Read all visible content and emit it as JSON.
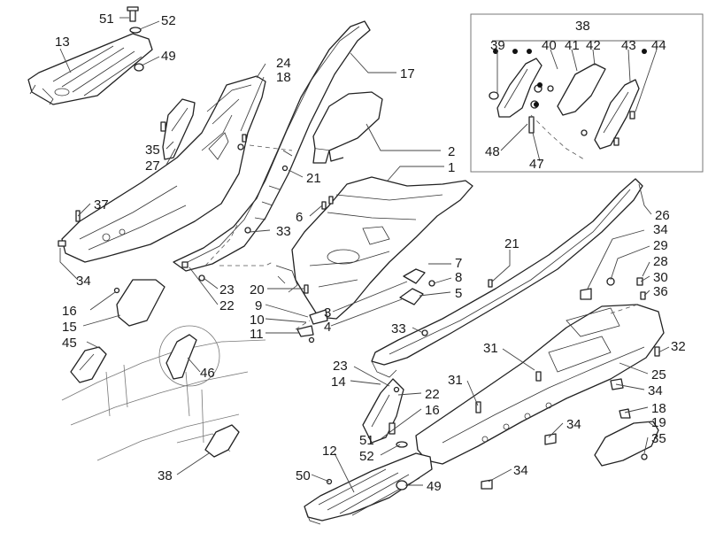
{
  "diagram": {
    "callouts": [
      {
        "id": "c51a",
        "text": "51"
      },
      {
        "id": "c52a",
        "text": "52"
      },
      {
        "id": "c13",
        "text": "13"
      },
      {
        "id": "c49a",
        "text": "49"
      },
      {
        "id": "c24",
        "text": "24"
      },
      {
        "id": "c18a",
        "text": "18"
      },
      {
        "id": "c17",
        "text": "17"
      },
      {
        "id": "c38a",
        "text": "38"
      },
      {
        "id": "c39",
        "text": "39"
      },
      {
        "id": "c40",
        "text": "40"
      },
      {
        "id": "c41",
        "text": "41"
      },
      {
        "id": "c42",
        "text": "42"
      },
      {
        "id": "c43",
        "text": "43"
      },
      {
        "id": "c44",
        "text": "44"
      },
      {
        "id": "c48",
        "text": "48"
      },
      {
        "id": "c47",
        "text": "47"
      },
      {
        "id": "c35a",
        "text": "35"
      },
      {
        "id": "c27",
        "text": "27"
      },
      {
        "id": "c2",
        "text": "2"
      },
      {
        "id": "c1",
        "text": "1"
      },
      {
        "id": "c21a",
        "text": "21"
      },
      {
        "id": "c37",
        "text": "37"
      },
      {
        "id": "c6",
        "text": "6"
      },
      {
        "id": "c33a",
        "text": "33"
      },
      {
        "id": "c26",
        "text": "26"
      },
      {
        "id": "c34a",
        "text": "34"
      },
      {
        "id": "c21b",
        "text": "21"
      },
      {
        "id": "c34b",
        "text": "34"
      },
      {
        "id": "c29",
        "text": "29"
      },
      {
        "id": "c7",
        "text": "7"
      },
      {
        "id": "c8",
        "text": "8"
      },
      {
        "id": "c28",
        "text": "28"
      },
      {
        "id": "c23a",
        "text": "23"
      },
      {
        "id": "c20",
        "text": "20"
      },
      {
        "id": "c5",
        "text": "5"
      },
      {
        "id": "c30",
        "text": "30"
      },
      {
        "id": "c36",
        "text": "36"
      },
      {
        "id": "c22a",
        "text": "22"
      },
      {
        "id": "c16a",
        "text": "16"
      },
      {
        "id": "c9",
        "text": "9"
      },
      {
        "id": "c3",
        "text": "3"
      },
      {
        "id": "c15",
        "text": "15"
      },
      {
        "id": "c10",
        "text": "10"
      },
      {
        "id": "c4",
        "text": "4"
      },
      {
        "id": "c33b",
        "text": "33"
      },
      {
        "id": "c11",
        "text": "11"
      },
      {
        "id": "c45",
        "text": "45"
      },
      {
        "id": "c32",
        "text": "32"
      },
      {
        "id": "c31a",
        "text": "31"
      },
      {
        "id": "c23b",
        "text": "23"
      },
      {
        "id": "c46",
        "text": "46"
      },
      {
        "id": "c25",
        "text": "25"
      },
      {
        "id": "c14",
        "text": "14"
      },
      {
        "id": "c31b",
        "text": "31"
      },
      {
        "id": "c22b",
        "text": "22"
      },
      {
        "id": "c34c",
        "text": "34"
      },
      {
        "id": "c18b",
        "text": "18"
      },
      {
        "id": "c16b",
        "text": "16"
      },
      {
        "id": "c34d",
        "text": "34"
      },
      {
        "id": "c19",
        "text": "19"
      },
      {
        "id": "c51b",
        "text": "51"
      },
      {
        "id": "c35b",
        "text": "35"
      },
      {
        "id": "c12",
        "text": "12"
      },
      {
        "id": "c52b",
        "text": "52"
      },
      {
        "id": "c38b",
        "text": "38"
      },
      {
        "id": "c50",
        "text": "50"
      },
      {
        "id": "c34e",
        "text": "34"
      },
      {
        "id": "c49b",
        "text": "49"
      }
    ]
  }
}
